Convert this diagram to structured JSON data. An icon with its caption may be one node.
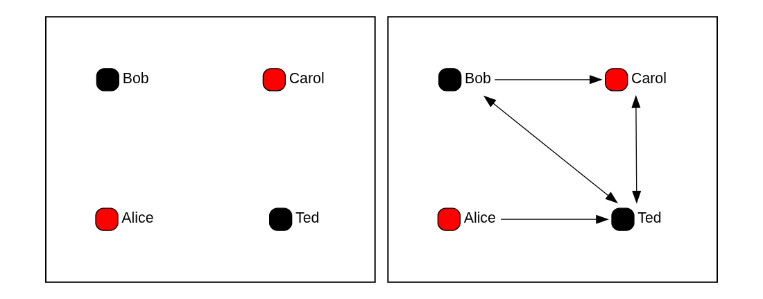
{
  "diagram": {
    "nodes": [
      {
        "text": [],
        "shape": "box"
      },
      {
        "text": [
          "Bob"
        ],
        "in": 0
      },
      {
        "text": [
          "Carol"
        ],
        "in": 0
      },
      {
        "text": [
          "Alice"
        ],
        "in": 0
      },
      {
        "text": [
          "Ted"
        ],
        "in": 0
      },
      {
        "text": [],
        "shape": "box"
      },
      {
        "text": [
          "Bob"
        ],
        "in": 5
      },
      {
        "text": [
          "Carol"
        ],
        "in": 5
      },
      {
        "text": [
          "Alice"
        ],
        "in": 5
      },
      {
        "text": [
          "Ted"
        ],
        "in": 5
      }
    ],
    "edges": [
      {
        "from": 6,
        "to": 7,
        "arrow": "to"
      },
      {
        "from": 6,
        "to": 9,
        "arrow": "both"
      },
      {
        "from": 7,
        "to": 9,
        "arrow": "both"
      },
      {
        "from": 8,
        "to": 9,
        "arrow": "to"
      }
    ]
  }
}
